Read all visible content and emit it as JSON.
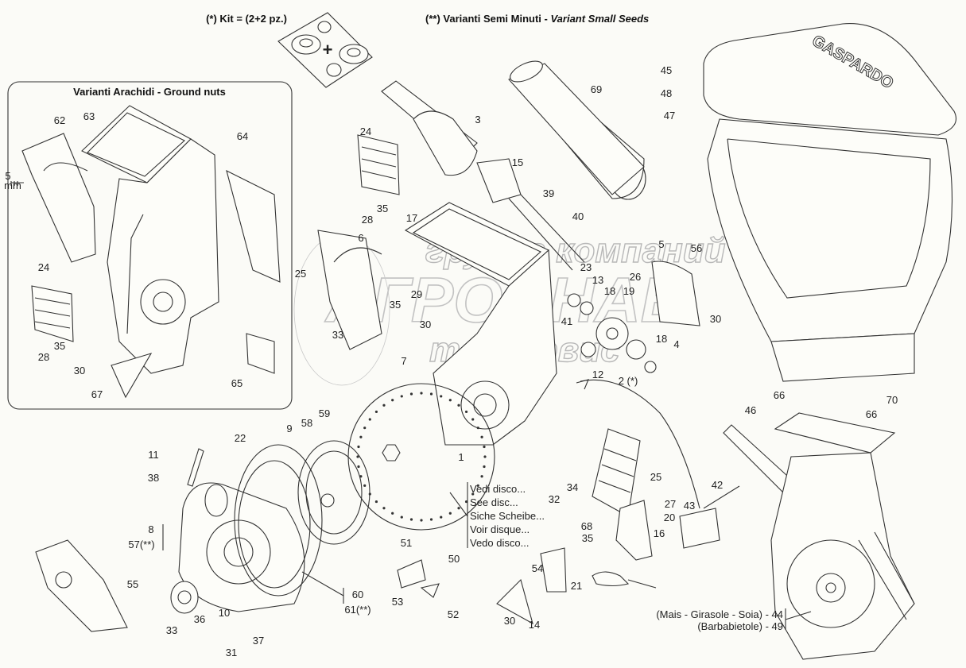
{
  "headers": {
    "kit": "(*) Kit = (2+2 pz.)",
    "small_seeds_prefix": "(**) Varianti Semi Minuti -",
    "small_seeds_italic": "Variant Small Seeds",
    "ground_nuts": "Varianti Arachidi - Ground nuts"
  },
  "hopper_logo": "GASPARDO",
  "watermark": {
    "line1": "группа компаний",
    "line2": "АГРОСНАБ",
    "line3": "техсервис"
  },
  "disc_note": [
    "Vedi  disco...",
    "See disc...",
    "Siche Scheibe...",
    "Voir disque...",
    "Vedo disco..."
  ],
  "variant_notes": [
    "(Mais - Girasole - Soia) - 44",
    "(Barbabietole) - 49"
  ],
  "callouts": [
    "62",
    "63",
    "64",
    "5",
    "mm",
    "24",
    "35",
    "28",
    "30",
    "67",
    "65",
    "24",
    "35",
    "28",
    "3",
    "15",
    "69",
    "39",
    "40",
    "17",
    "6",
    "5",
    "56",
    "23",
    "13",
    "18",
    "26",
    "19",
    "41",
    "30",
    "18",
    "4",
    "12",
    "2 (*)",
    "30",
    "35",
    "29",
    "33",
    "25",
    "7",
    "1",
    "45",
    "48",
    "47",
    "66",
    "46",
    "66",
    "70",
    "25",
    "42",
    "27",
    "43",
    "20",
    "16",
    "32",
    "34",
    "68",
    "35",
    "21",
    "54",
    "30",
    "14",
    "51",
    "50",
    "53",
    "52",
    "11",
    "38",
    "22",
    "9",
    "58",
    "59",
    "8",
    "57(**)",
    "55",
    "36",
    "33",
    "10",
    "37",
    "31",
    "60",
    "61(**)"
  ]
}
